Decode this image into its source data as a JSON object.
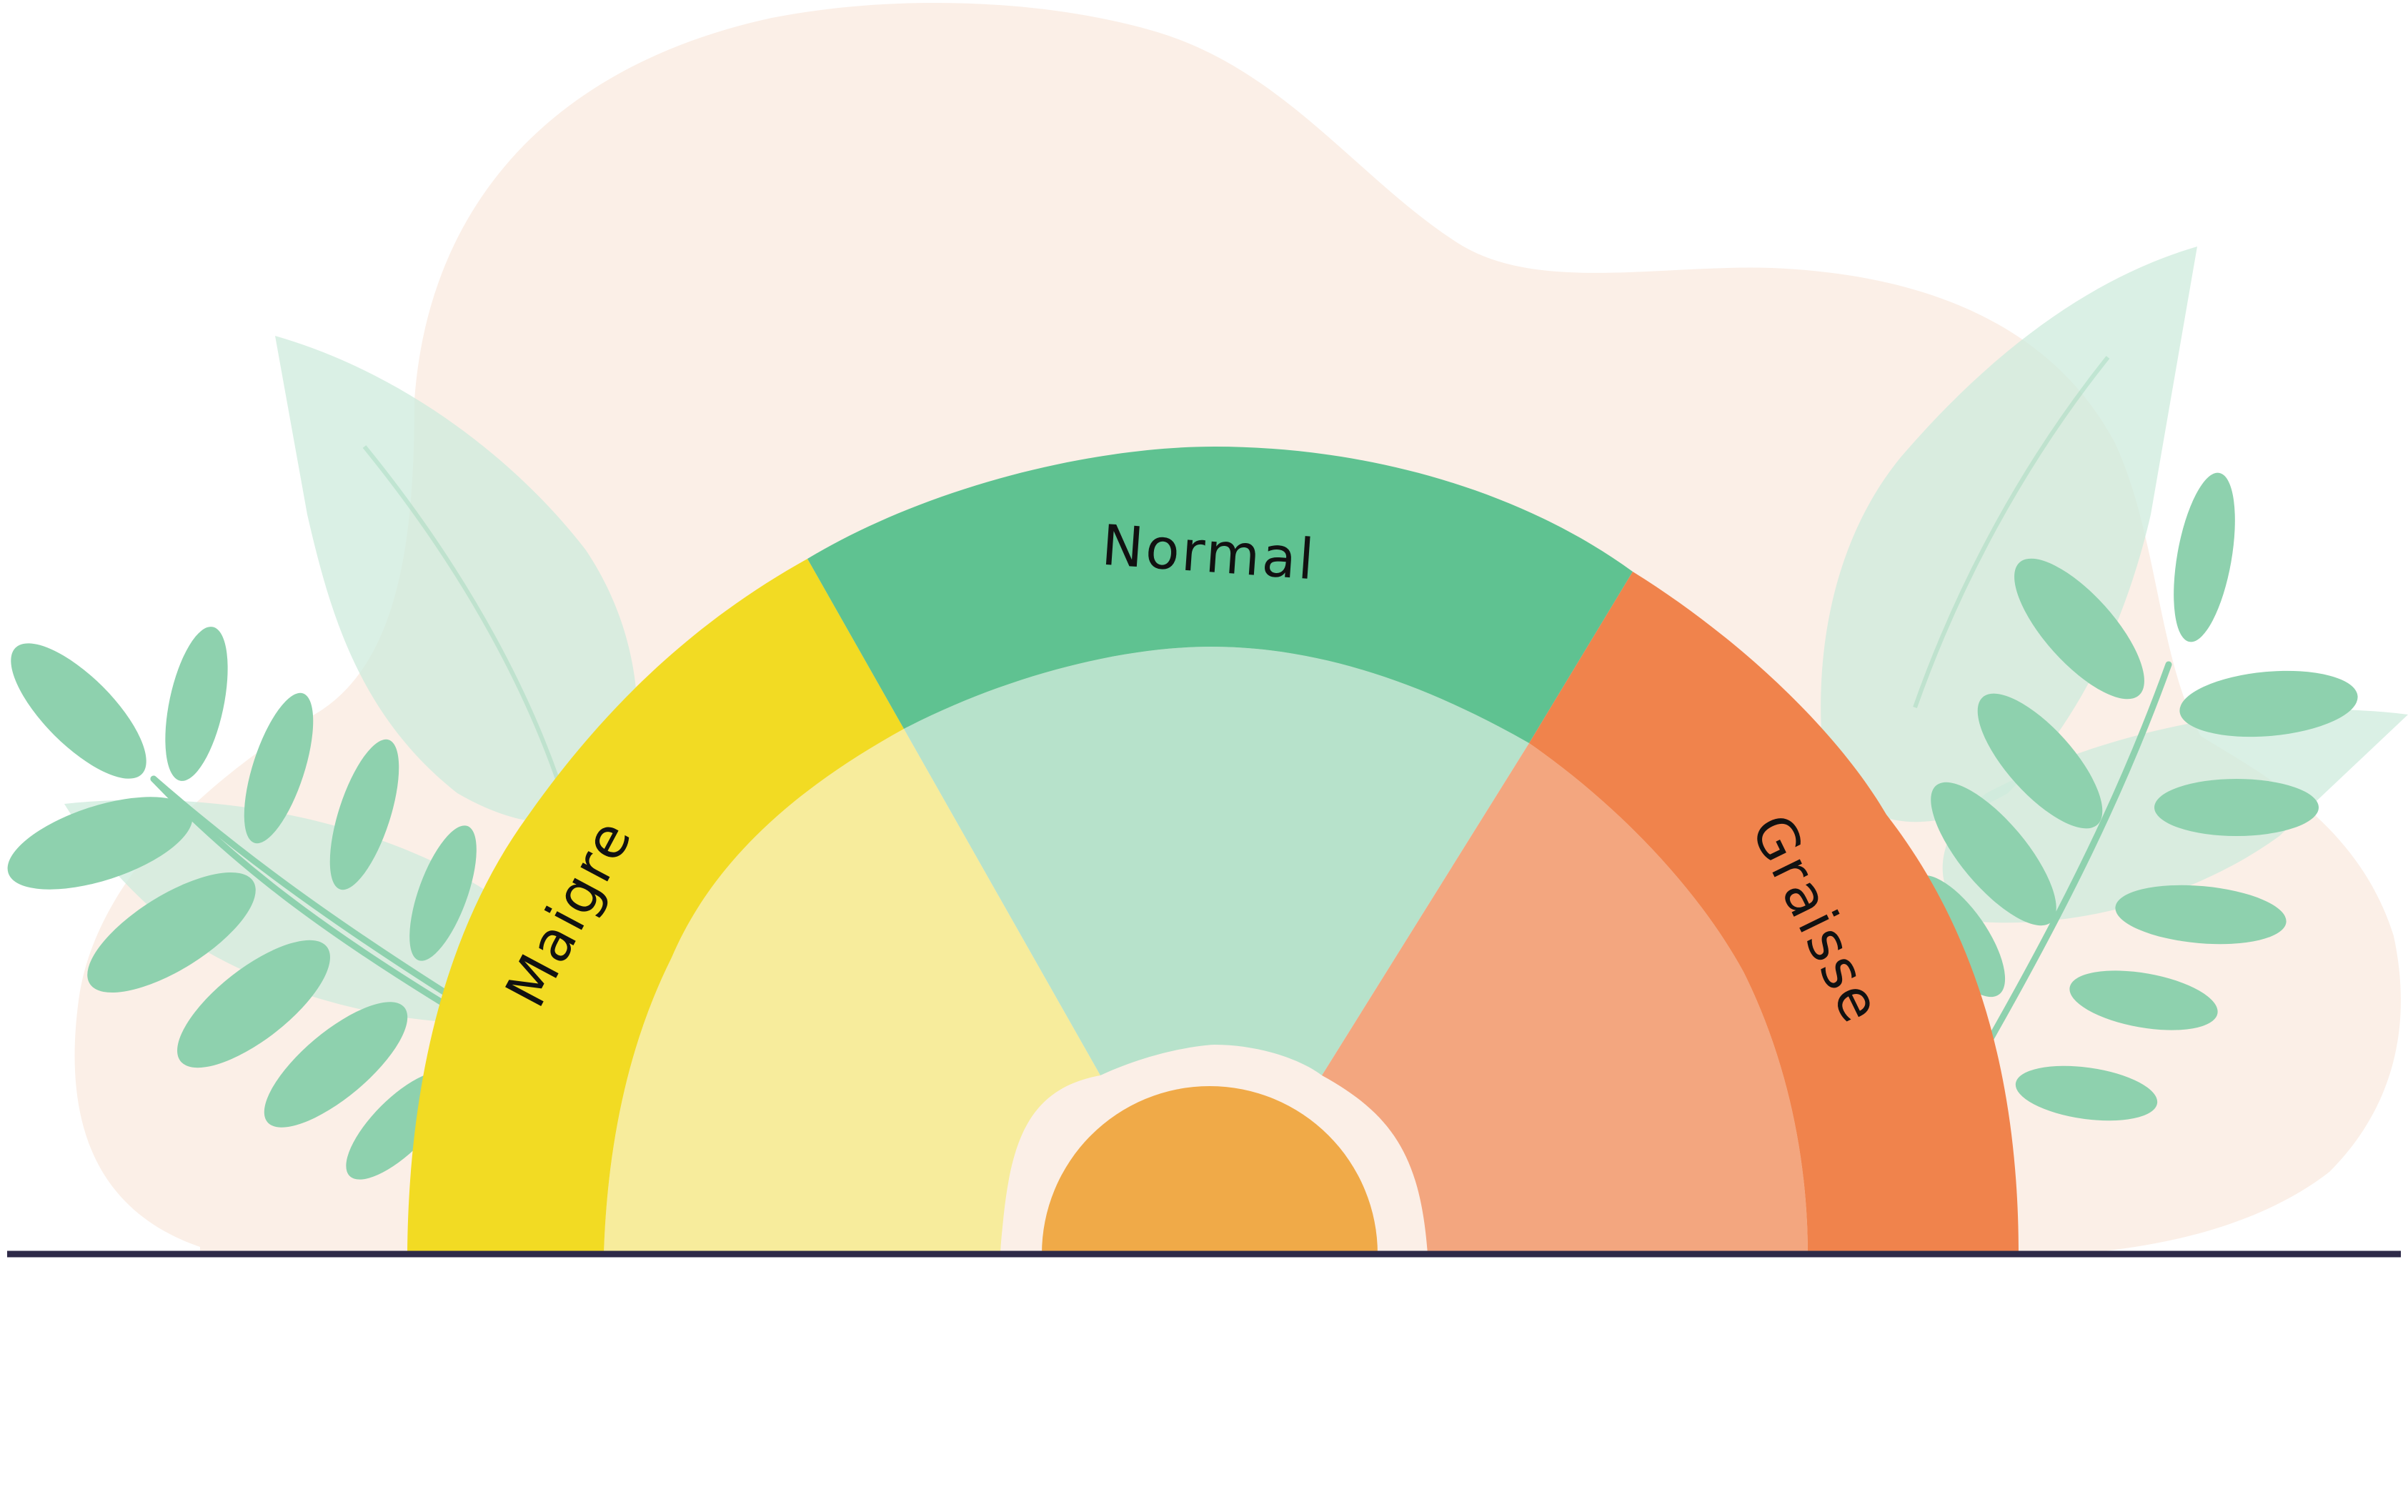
{
  "gauge": {
    "segments": [
      {
        "id": "maigre",
        "label": "Maigre",
        "outer_color": "#F2DB23",
        "inner_color": "#F7EC9C"
      },
      {
        "id": "normal",
        "label": "Normal",
        "outer_color": "#5FC291",
        "inner_color": "#B7E2CB"
      },
      {
        "id": "graisse",
        "label": "Graisse",
        "outer_color": "#F0834C",
        "inner_color": "#F3A67F"
      }
    ],
    "hub_color": "#F0AA48",
    "hub_ring_color": "#FBEFE7"
  },
  "colors": {
    "background_blob": "#FBEFE7",
    "leaf": "#8ED1AE",
    "leaf_pale": "#CDEBDC",
    "baseline": "#2E2A48"
  }
}
